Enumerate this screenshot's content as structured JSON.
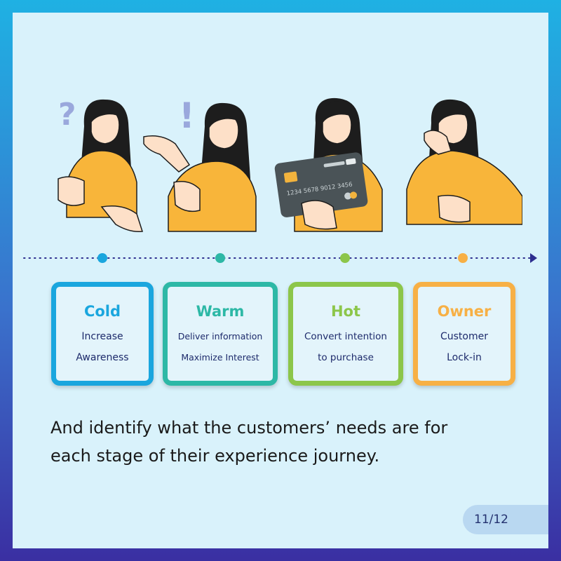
{
  "stages": [
    {
      "title": "Cold",
      "line1": "Increase",
      "line2": "Awareness",
      "color": "#1aa6de",
      "title_color": "#1aa6de"
    },
    {
      "title": "Warm",
      "line1": "Deliver information",
      "line2": "Maximize Interest",
      "color": "#2db8a6",
      "title_color": "#2db8a6"
    },
    {
      "title": "Hot",
      "line1": "Convert intention",
      "line2": "to purchase",
      "color": "#8cc64a",
      "title_color": "#8cc64a"
    },
    {
      "title": "Owner",
      "line1": "Customer",
      "line2": "Lock-in",
      "color": "#f7b045",
      "title_color": "#f7b045"
    }
  ],
  "illustrations": {
    "question_mark": "?",
    "exclamation_mark": "!",
    "card_number": "1234 5678 9012 3456"
  },
  "caption": {
    "line1": "And identify what the customers’ needs are for",
    "line2": "each stage of their experience journey."
  },
  "page_indicator": "11/12",
  "colors": {
    "frame_top": "#1fb1e3",
    "frame_bottom": "#3a2fa2",
    "background": "#d9f2fb",
    "sweater": "#f8b53a",
    "hair": "#1d1d1d",
    "timeline": "#2d2e8f"
  }
}
